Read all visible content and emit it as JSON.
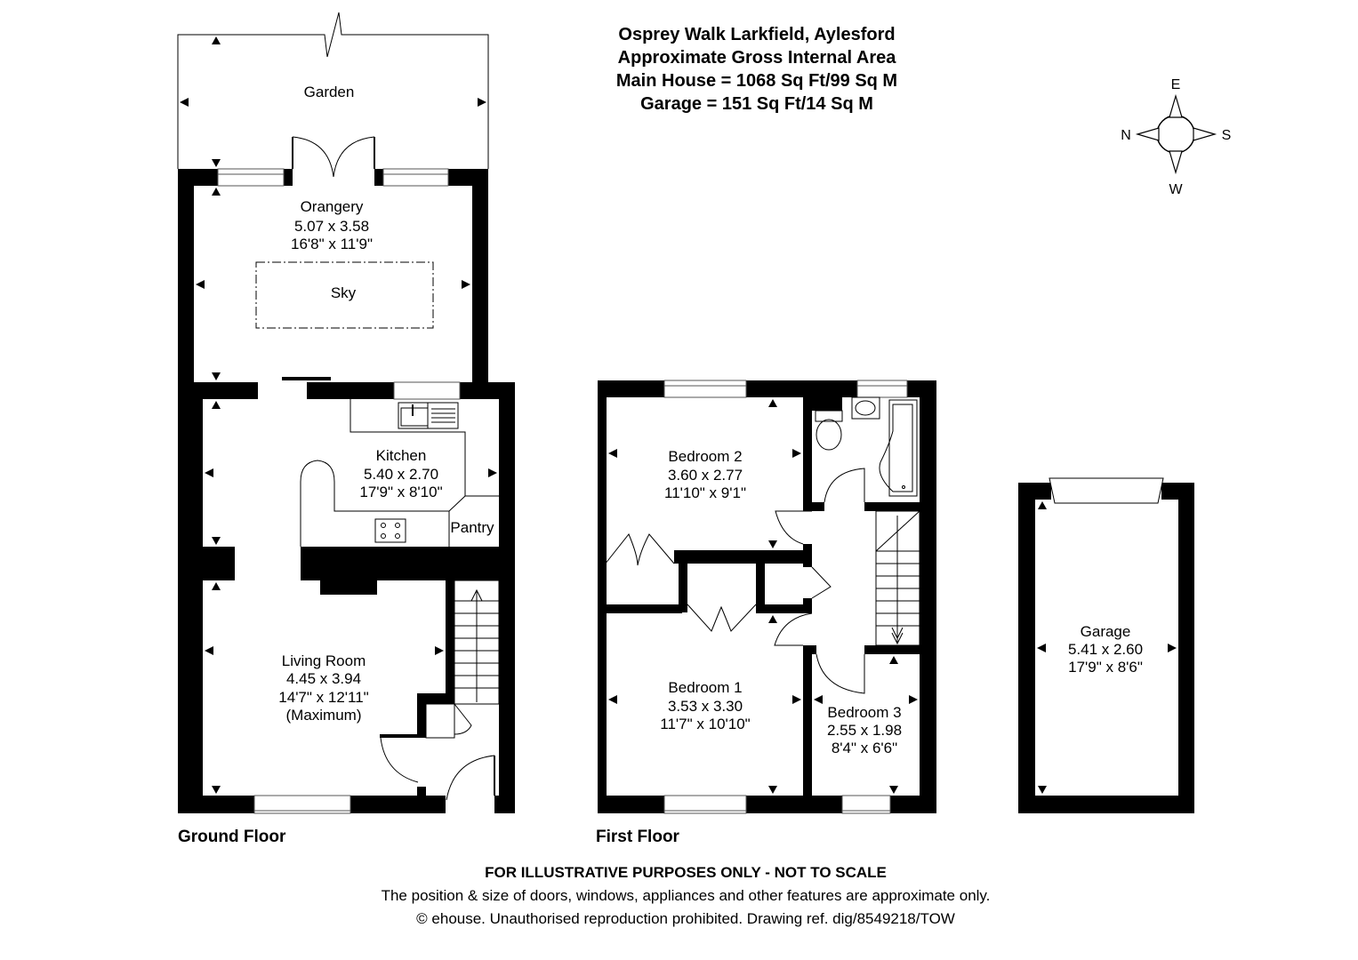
{
  "header": {
    "address": "Osprey Walk Larkfield, Aylesford",
    "subtitle": "Approximate Gross Internal Area",
    "main_house_area": "Main House = 1068 Sq Ft/99 Sq M",
    "garage_area": "Garage = 151 Sq Ft/14 Sq M"
  },
  "compass": {
    "top": "E",
    "left": "N",
    "right": "S",
    "bottom": "W"
  },
  "ground_floor": {
    "label": "Ground Floor",
    "garden": {
      "name": "Garden"
    },
    "orangery": {
      "name": "Orangery",
      "metric": "5.07 x 3.58",
      "imperial": "16'8\" x 11'9\"",
      "feature": "Sky"
    },
    "kitchen": {
      "name": "Kitchen",
      "metric": "5.40 x 2.70",
      "imperial": "17'9\" x 8'10\""
    },
    "pantry": {
      "name": "Pantry"
    },
    "living_room": {
      "name": "Living Room",
      "metric": "4.45 x 3.94",
      "imperial": "14'7\" x 12'11\"",
      "note": "(Maximum)"
    }
  },
  "first_floor": {
    "label": "First Floor",
    "bedroom2": {
      "name": "Bedroom 2",
      "metric": "3.60 x 2.77",
      "imperial": "11'10\" x 9'1\""
    },
    "bedroom1": {
      "name": "Bedroom 1",
      "metric": "3.53 x 3.30",
      "imperial": "11'7\" x 10'10\""
    },
    "bedroom3": {
      "name": "Bedroom 3",
      "metric": "2.55 x 1.98",
      "imperial": "8'4\" x 6'6\""
    }
  },
  "garage": {
    "name": "Garage",
    "metric": "5.41 x 2.60",
    "imperial": "17'9\" x 8'6\""
  },
  "footer": {
    "disclaimer": "FOR ILLUSTRATIVE PURPOSES ONLY - NOT TO SCALE",
    "note": "The position & size of doors, windows, appliances and other features are approximate only.",
    "copyright": "© ehouse. Unauthorised reproduction prohibited. Drawing ref. dig/8549218/TOW"
  }
}
